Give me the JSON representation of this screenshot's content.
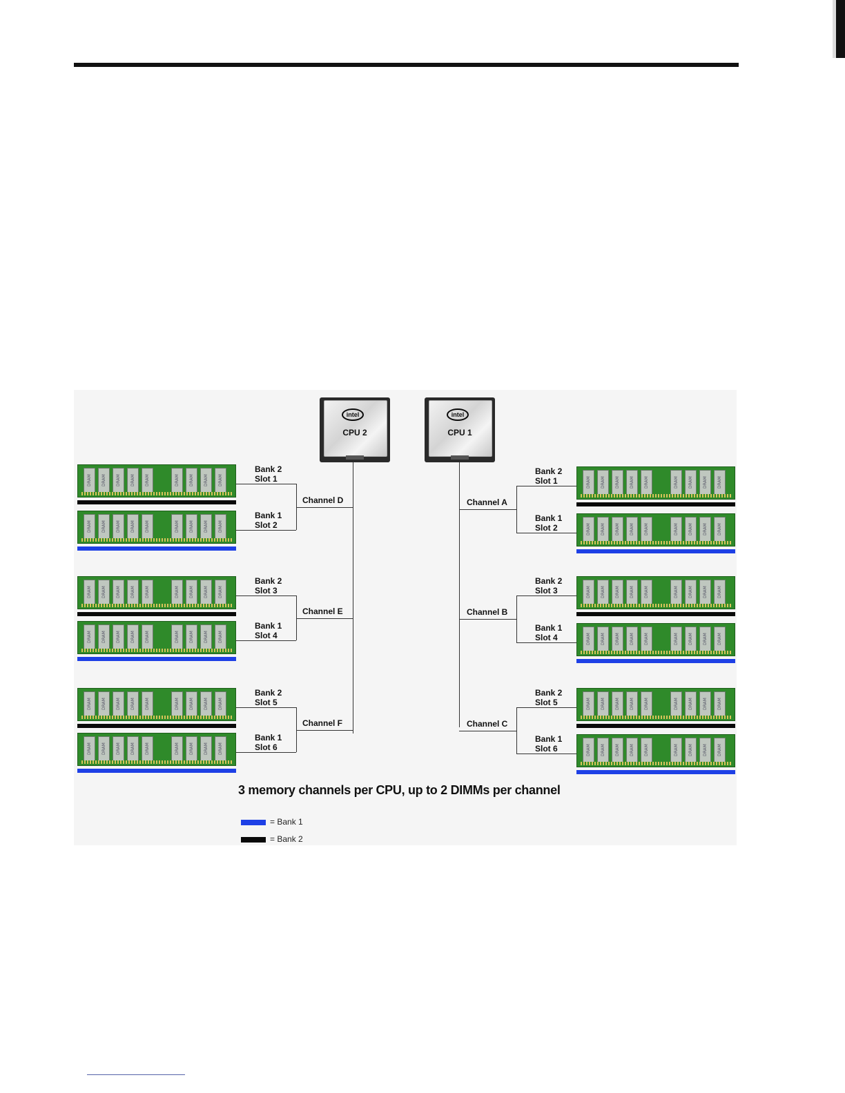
{
  "colors": {
    "bank1": "#1e40e6",
    "bank2": "#0a0a0a",
    "dimm_board": "#2f8a2a"
  },
  "diagram": {
    "cpus": [
      {
        "id": "cpu2",
        "brand": "intel",
        "label": "CPU 2"
      },
      {
        "id": "cpu1",
        "brand": "intel",
        "label": "CPU 1"
      }
    ],
    "chip_label": "DRAM",
    "channels_cpu2": [
      {
        "name": "Channel D",
        "slots": [
          {
            "bank": "Bank 2",
            "slot": "Slot 1",
            "bank_type": "bank2"
          },
          {
            "bank": "Bank 1",
            "slot": "Slot 2",
            "bank_type": "bank1"
          }
        ]
      },
      {
        "name": "Channel E",
        "slots": [
          {
            "bank": "Bank 2",
            "slot": "Slot 3",
            "bank_type": "bank2"
          },
          {
            "bank": "Bank 1",
            "slot": "Slot 4",
            "bank_type": "bank1"
          }
        ]
      },
      {
        "name": "Channel F",
        "slots": [
          {
            "bank": "Bank 2",
            "slot": "Slot 5",
            "bank_type": "bank2"
          },
          {
            "bank": "Bank 1",
            "slot": "Slot 6",
            "bank_type": "bank1"
          }
        ]
      }
    ],
    "channels_cpu1": [
      {
        "name": "Channel A",
        "slots": [
          {
            "bank": "Bank 2",
            "slot": "Slot 1",
            "bank_type": "bank2"
          },
          {
            "bank": "Bank 1",
            "slot": "Slot 2",
            "bank_type": "bank1"
          }
        ]
      },
      {
        "name": "Channel B",
        "slots": [
          {
            "bank": "Bank 2",
            "slot": "Slot 3",
            "bank_type": "bank2"
          },
          {
            "bank": "Bank 1",
            "slot": "Slot 4",
            "bank_type": "bank1"
          }
        ]
      },
      {
        "name": "Channel C",
        "slots": [
          {
            "bank": "Bank 2",
            "slot": "Slot 5",
            "bank_type": "bank2"
          },
          {
            "bank": "Bank 1",
            "slot": "Slot 6",
            "bank_type": "bank1"
          }
        ]
      }
    ],
    "caption": "3 memory channels per CPU, up to 2 DIMMs per channel",
    "legend": [
      {
        "text": "= Bank 1",
        "color_key": "bank1"
      },
      {
        "text": "= Bank 2",
        "color_key": "bank2"
      }
    ]
  }
}
